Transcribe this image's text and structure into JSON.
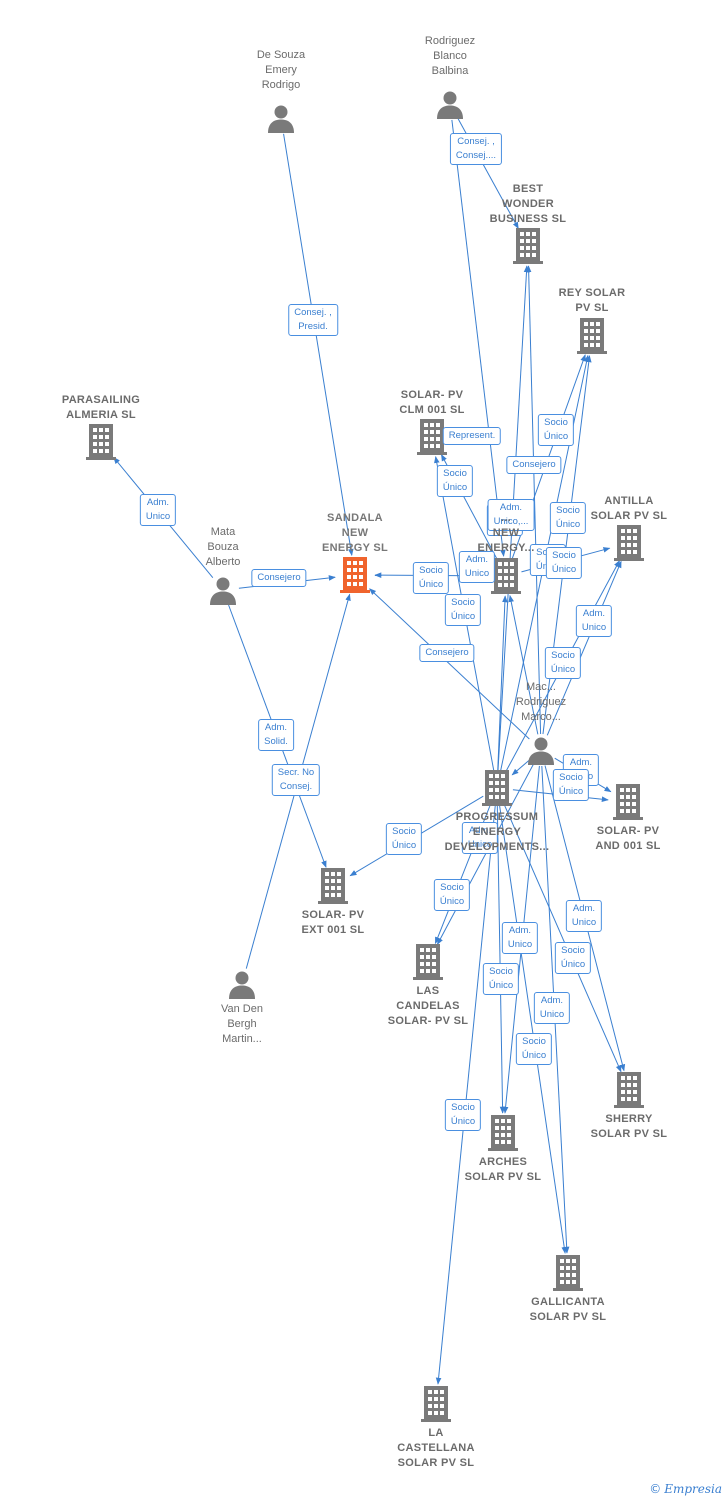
{
  "colors": {
    "edge": "#3a7fd0",
    "icon": "#7a7a7a",
    "focus": "#f0642d"
  },
  "nodes": [
    {
      "id": "desouza",
      "type": "person",
      "label": "De Souza\nEmery\nRodrigo"
    },
    {
      "id": "rodriguez_bb",
      "type": "person",
      "label": "Rodriguez\nBlanco\nBalbina"
    },
    {
      "id": "best_wonder",
      "type": "company",
      "label": "BEST\nWONDER\nBUSINESS SL"
    },
    {
      "id": "rey_solar",
      "type": "company",
      "label": "REY SOLAR\nPV  SL"
    },
    {
      "id": "parasailing",
      "type": "company",
      "label": "PARASAILING\nALMERIA  SL"
    },
    {
      "id": "clm001",
      "type": "company",
      "label": "SOLAR- PV\nCLM 001  SL"
    },
    {
      "id": "antilla",
      "type": "company",
      "label": "ANTILLA\nSOLAR PV  SL"
    },
    {
      "id": "sandala",
      "type": "focus",
      "label": "SANDALA\nNEW\nENERGY  SL"
    },
    {
      "id": "mata",
      "type": "person",
      "label": "Mata\nBouza\nAlberto"
    },
    {
      "id": "hidden_energy",
      "type": "company",
      "label": "...\nNEW\nENERGY..."
    },
    {
      "id": "mac",
      "type": "person",
      "label": "Mac...\nRodriguez\nMarco..."
    },
    {
      "id": "progressum",
      "type": "company",
      "label": "PROGRESSUM\nENERGY\nDEVELOPMENTS..."
    },
    {
      "id": "and001",
      "type": "company",
      "label": "SOLAR- PV\nAND 001  SL"
    },
    {
      "id": "ext001",
      "type": "company",
      "label": "SOLAR- PV\nEXT 001  SL"
    },
    {
      "id": "vanden",
      "type": "person",
      "label": "Van Den\nBergh\nMartin..."
    },
    {
      "id": "candelas",
      "type": "company",
      "label": "LAS\nCANDELAS\nSOLAR- PV  SL"
    },
    {
      "id": "sherry",
      "type": "company",
      "label": "SHERRY\nSOLAR PV  SL"
    },
    {
      "id": "arches",
      "type": "company",
      "label": "ARCHES\nSOLAR PV  SL"
    },
    {
      "id": "gallicanta",
      "type": "company",
      "label": "GALLICANTA\nSOLAR PV  SL"
    },
    {
      "id": "castellana",
      "type": "company",
      "label": "LA\nCASTELLANA\nSOLAR PV  SL"
    }
  ],
  "edges": [
    {
      "from": "desouza",
      "to": "sandala",
      "label": "Consej. ,\nPresid."
    },
    {
      "from": "rodriguez_bb",
      "to": "best_wonder",
      "label": "Consej. ,\nConsej...."
    },
    {
      "from": "rodriguez_bb",
      "to": "hidden_energy",
      "label": ""
    },
    {
      "from": "mata",
      "to": "parasailing",
      "label": "Adm.\nUnico"
    },
    {
      "from": "mata",
      "to": "sandala",
      "label": "Consejero"
    },
    {
      "from": "mata",
      "to": "ext001",
      "label": "Adm.\nSolid."
    },
    {
      "from": "vanden",
      "to": "sandala",
      "label": "Secr.  No\nConsej."
    },
    {
      "from": "hidden_energy",
      "to": "sandala",
      "label": "Socio\nÚnico"
    },
    {
      "from": "hidden_energy",
      "to": "clm001",
      "label": "Represent."
    },
    {
      "from": "mac",
      "to": "sandala",
      "label": "Consejero"
    },
    {
      "from": "mac",
      "to": "rey_solar",
      "label": "Socio\nÚnico"
    },
    {
      "from": "mac",
      "to": "best_wonder",
      "label": "Consejero"
    },
    {
      "from": "mac",
      "to": "antilla",
      "label": "Adm.\nUnico"
    },
    {
      "from": "mac",
      "to": "hidden_energy",
      "label": "Adm.\nUnico"
    },
    {
      "from": "mac",
      "to": "and001",
      "label": "Adm.\nUnico"
    },
    {
      "from": "mac",
      "to": "sherry",
      "label": "Adm.\nUnico"
    },
    {
      "from": "mac",
      "to": "gallicanta",
      "label": "Adm.\nUnico"
    },
    {
      "from": "mac",
      "to": "arches",
      "label": "Adm.\nUnico"
    },
    {
      "from": "mac",
      "to": "candelas",
      "label": "Adm.\nUnico"
    },
    {
      "from": "mac",
      "to": "progressum",
      "label": "Adm.\nUnico"
    },
    {
      "from": "progressum",
      "to": "ext001",
      "label": "Socio\nÚnico"
    },
    {
      "from": "progressum",
      "to": "candelas",
      "label": "Socio\nÚnico"
    },
    {
      "from": "progressum",
      "to": "arches",
      "label": "Socio\nÚnico"
    },
    {
      "from": "progressum",
      "to": "castellana",
      "label": "Socio\nÚnico"
    },
    {
      "from": "progressum",
      "to": "gallicanta",
      "label": "Socio\nÚnico"
    },
    {
      "from": "progressum",
      "to": "sherry",
      "label": "Socio\nÚnico"
    },
    {
      "from": "progressum",
      "to": "and001",
      "label": "Socio\nÚnico"
    },
    {
      "from": "progressum",
      "to": "antilla",
      "label": "Socio\nÚnico"
    },
    {
      "from": "progressum",
      "to": "rey_solar",
      "label": "Socio\nÚnico"
    },
    {
      "from": "progressum",
      "to": "clm001",
      "label": "Socio\nÚnico"
    },
    {
      "from": "progressum",
      "to": "best_wonder",
      "label": "Adm.\nUnico,..."
    },
    {
      "from": "progressum",
      "to": "hidden_energy",
      "label": "Socio\nÚnico"
    },
    {
      "from": "hidden_energy",
      "to": "rey_solar",
      "label": "Socio\nÚnico"
    },
    {
      "from": "hidden_energy",
      "to": "antilla",
      "label": "Socio\nÚnico"
    }
  ],
  "credit": {
    "symbol": "©",
    "brand": "Empresia"
  }
}
